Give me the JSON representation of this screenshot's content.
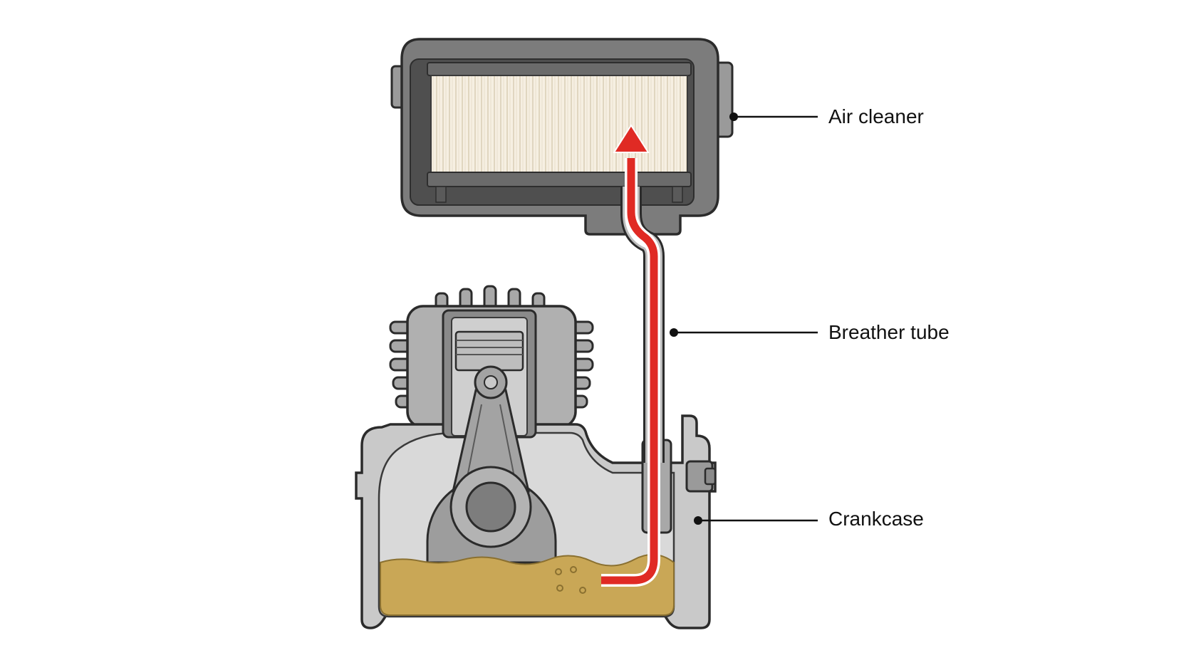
{
  "labels": {
    "air_cleaner": "Air cleaner",
    "breather_tube": "Breather tube",
    "crankcase": "Crankcase"
  },
  "colors": {
    "housing_outline": "#2b2b2b",
    "housing_fill": "#7a7a7a",
    "housing_inner": "#4d4d4d",
    "filter_pleats": "#f4ede0",
    "engine_fill": "#c8c8c8",
    "engine_dark": "#9a9a9a",
    "oil": "#c9a756",
    "flow_arrow": "#e02a24",
    "leader_line": "#111111"
  },
  "icons": {
    "flow": "red-flow-arrow",
    "leader_dot": "leader-dot"
  }
}
